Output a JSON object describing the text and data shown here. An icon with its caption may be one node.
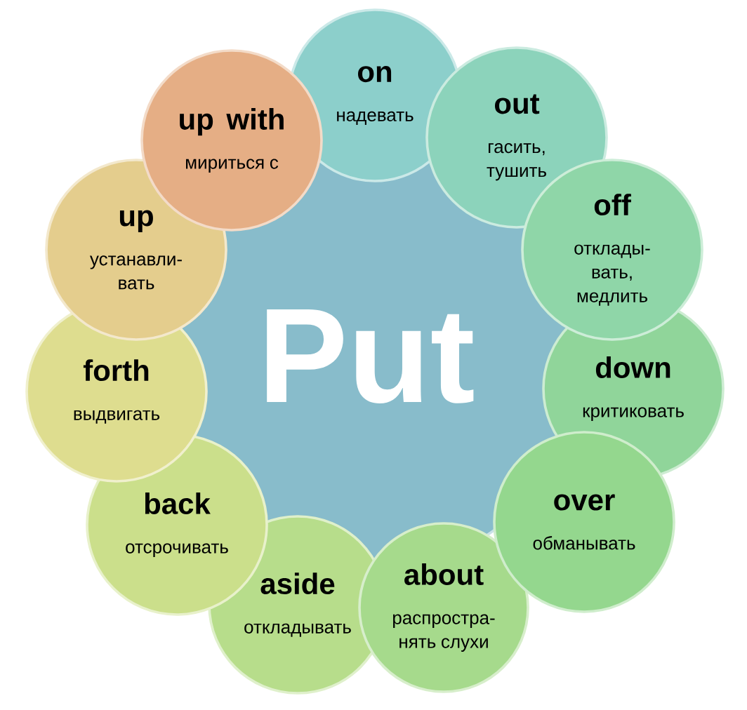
{
  "diagram": {
    "nodes": [
      {
        "text": [
          "Put"
        ]
      },
      {
        "text": [
          "on",
          "надевать"
        ]
      },
      {
        "text": [
          "out",
          "гасить, тушить"
        ]
      },
      {
        "text": [
          "off",
          "отклады- вать, медлить"
        ]
      },
      {
        "text": [
          "down",
          "критиковать"
        ]
      },
      {
        "text": [
          "over",
          "обманывать"
        ]
      },
      {
        "text": [
          "about",
          "распростра- нять слухи"
        ]
      },
      {
        "text": [
          "aside",
          "откладывать"
        ]
      },
      {
        "text": [
          "back",
          "отсрочивать"
        ]
      },
      {
        "text": [
          "forth",
          "выдвигать"
        ]
      },
      {
        "text": [
          "up",
          "устанавли- вать"
        ]
      },
      {
        "text": [
          "up with",
          "мириться с"
        ]
      }
    ]
  }
}
